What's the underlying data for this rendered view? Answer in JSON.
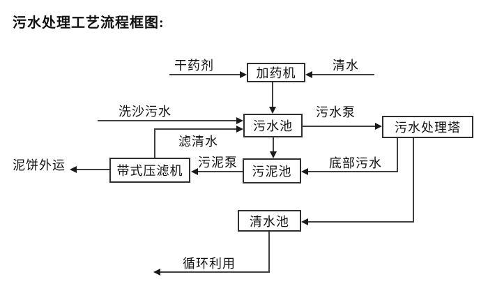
{
  "title": "污水处理工艺流程框图:",
  "nodes": {
    "dosing_machine": "加药机",
    "sewage_pool": "污水池",
    "treatment_tower": "污水处理塔",
    "belt_filter_press": "带式压滤机",
    "sludge_pool": "污泥池",
    "clean_water_pool": "清水池"
  },
  "labels": {
    "dry_agent": "干药剂",
    "clean_water": "清水",
    "sand_wash_sewage": "洗沙污水",
    "sewage_pump": "污水泵",
    "filtered_water": "滤清水",
    "sludge_pump": "污泥泵",
    "bottom_sewage": "底部污水",
    "mud_cake_out": "泥饼外运",
    "recycle_use": "循环利用"
  },
  "colors": {
    "background": "#ffffff",
    "line": "#3f3f3f",
    "box_border": "#2f2f2f",
    "text": "#111111"
  }
}
